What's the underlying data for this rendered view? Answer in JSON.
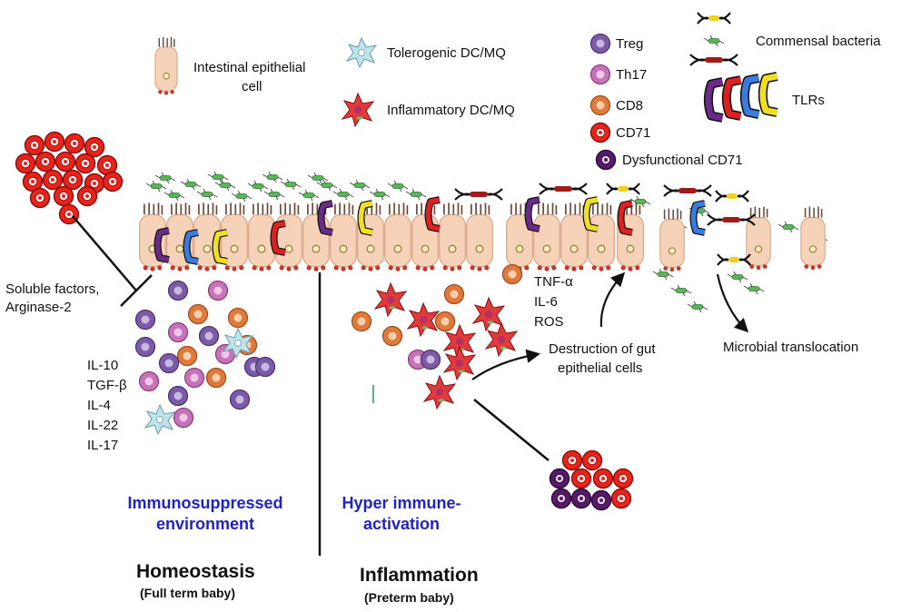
{
  "legend": {
    "epithelial_line1": "Intestinal epithelial",
    "epithelial_line2": "cell",
    "tolerogenic": "Tolerogenic DC/MQ",
    "inflammatory": "Inflammatory DC/MQ",
    "treg": "Treg",
    "th17": "Th17",
    "cd8": "CD8",
    "cd71": "CD71",
    "dysfunctional_cd71": "Dysfunctional CD71",
    "commensal": "Commensal bacteria",
    "tlrs": "TLRs"
  },
  "labels": {
    "soluble_line1": "Soluble factors,",
    "soluble_line2": "Arginase-2",
    "destruction_line1": "Destruction of gut",
    "destruction_line2": "epithelial cells",
    "microbial": "Microbial translocation"
  },
  "cytokines_left": [
    "IL-10",
    "TGF-β",
    "IL-4",
    "IL-22",
    "IL-17"
  ],
  "cytokines_right": [
    "TNF-α",
    "IL-6",
    "ROS"
  ],
  "panels": {
    "immunosuppressed_line1": "Immunosuppressed",
    "immunosuppressed_line2": "environment",
    "hyper_line1": "Hyper immune-",
    "hyper_line2": "activation",
    "homeostasis": "Homeostasis",
    "homeostasis_sub": "(Full term baby)",
    "inflammation": "Inflammation",
    "inflammation_sub": "(Preterm baby)"
  },
  "colors": {
    "cd71": "#e8241a",
    "dysfunctional_cd71": "#5a1a6a",
    "treg": "#7b5aa6",
    "th17": "#c673b8",
    "cd8": "#e07a3a",
    "tolerogenic": "#bfe3ea",
    "inflammatory": "#e03a3a",
    "epithelium": "#f6d3b8",
    "tlr_purple": "#6a2a8a",
    "tlr_red": "#e02020",
    "tlr_blue": "#3a7be0",
    "tlr_yellow": "#f2e020",
    "bacteria": "#5ab55a",
    "immunosuppressed_text": "#1f22c8"
  }
}
